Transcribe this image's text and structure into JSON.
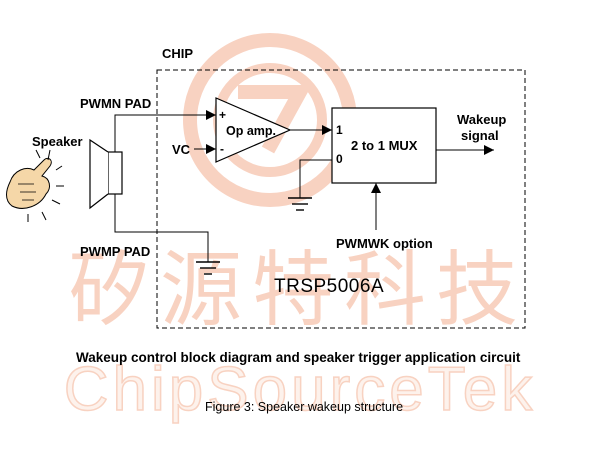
{
  "chip_label": "CHIP",
  "pwmn_pad": "PWMN PAD",
  "pwmp_pad": "PWMP PAD",
  "speaker_label": "Speaker",
  "vc_label": "VC",
  "opamp": {
    "label": "Op amp.",
    "plus": "+",
    "minus": "-"
  },
  "mux": {
    "label": "2 to 1 MUX",
    "in1": "1",
    "in0": "0"
  },
  "wakeup": {
    "line1": "Wakeup",
    "line2": "signal"
  },
  "pwmwk_option": "PWMWK option",
  "part_number": "TRSP5006A",
  "diagram_title": "Wakeup control block diagram and speaker trigger application circuit",
  "figure_caption": "Figure 3: Speaker wakeup structure",
  "watermark": {
    "chinese": "矽源特科技",
    "latin": "ChipSourceTek"
  },
  "colors": {
    "watermark": "#f6c3ad",
    "ink": "#000000",
    "hand": "#f5d7a8"
  }
}
